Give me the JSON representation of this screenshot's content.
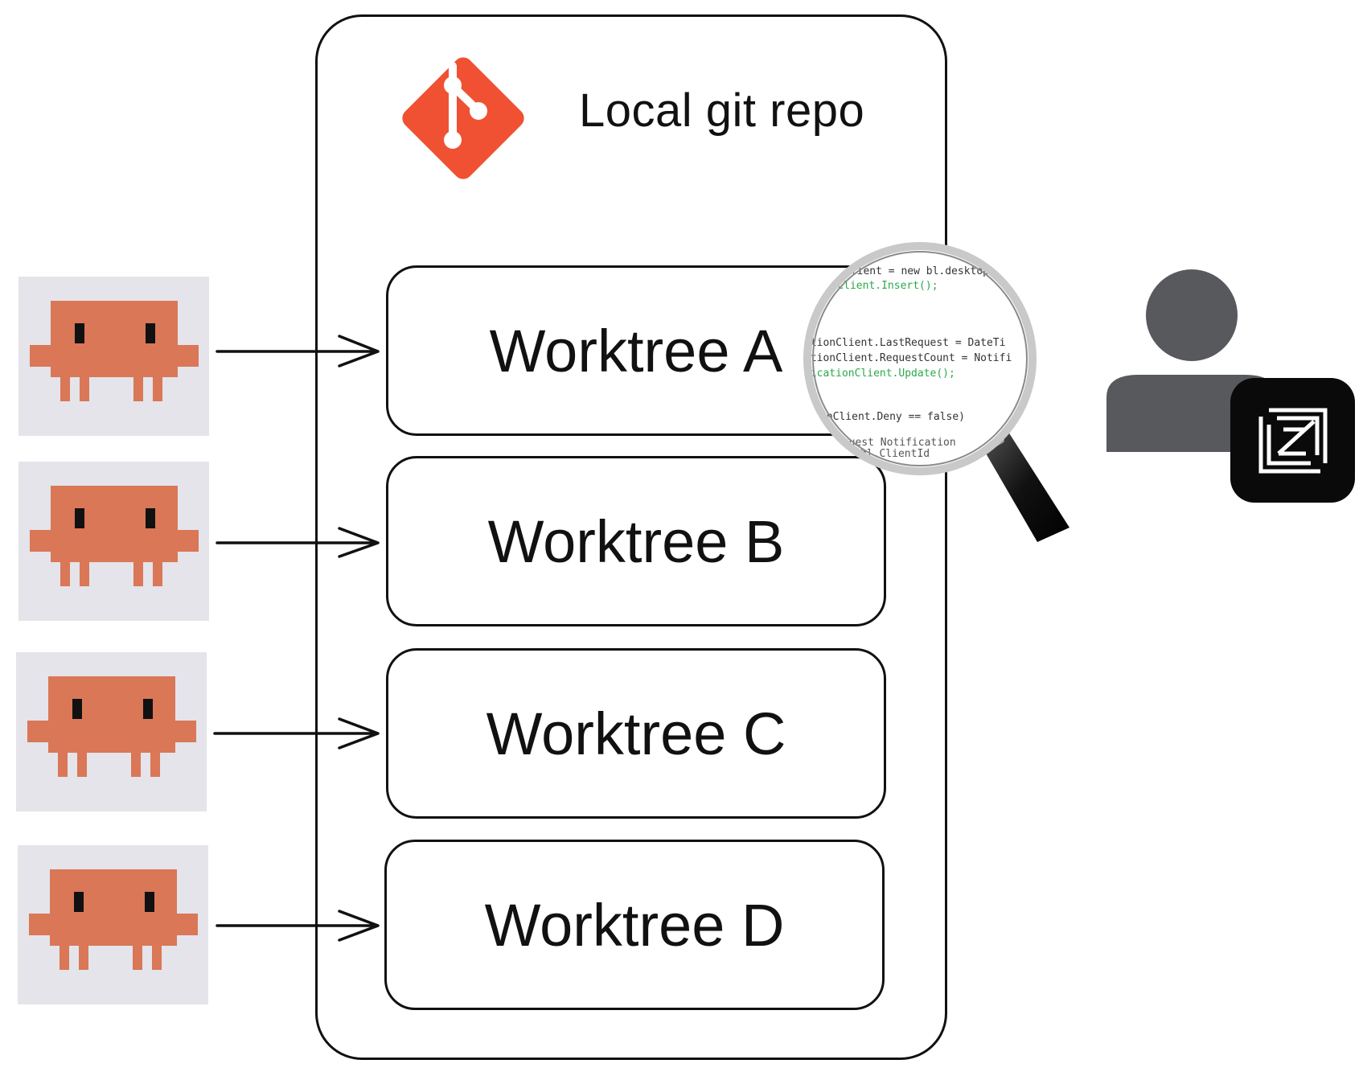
{
  "repo": {
    "title": "Local git repo"
  },
  "worktrees": [
    {
      "label": "Worktree A"
    },
    {
      "label": "Worktree B"
    },
    {
      "label": "Worktree C"
    },
    {
      "label": "Worktree D"
    }
  ],
  "code_snippet_lines": [
    "Client = new bl.desktop",
    "tionClient.Insert();",
    "ationClient.LastRequest = DateTi",
    "ationClient.RequestCount = Notifi",
    "ficationClient.Update();",
    "onClient.Deny == false)",
    "equest Notification",
    "bl.ClientId"
  ],
  "colors": {
    "git_logo": "#f05133",
    "agent_body": "#d97757",
    "agent_tile_bg": "#e4e4ea",
    "user_icon": "#57595c",
    "app_badge": "#0a0a0a",
    "outline": "#111111"
  },
  "icons": {
    "repo": "git-logo-icon",
    "agent": "pixel-creature-icon",
    "inspect": "magnifying-glass-icon",
    "user": "person-icon",
    "app": "z-app-icon"
  }
}
